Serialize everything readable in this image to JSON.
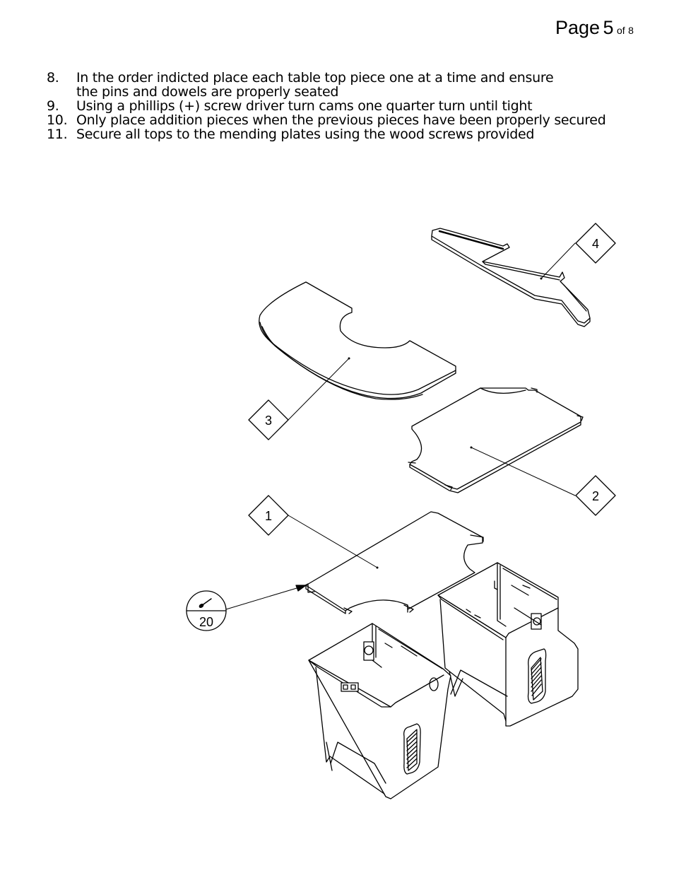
{
  "header": {
    "page_label": "Page",
    "page_number": "5",
    "of_label": "of",
    "total_pages": "8"
  },
  "steps": [
    {
      "number": "8.",
      "line1": "In the order indicted place each table top piece one at a time and ensure",
      "line2": "the pins and dowels are properly seated"
    },
    {
      "number": "9.",
      "line1": "Using a phillips (+) screw driver turn cams one quarter turn until tight"
    },
    {
      "number": "10.",
      "line1": "Only place addition pieces when the previous pieces have been properly secured"
    },
    {
      "number": "11.",
      "line1": "Secure all tops to the mending plates using the wood screws provided"
    }
  ],
  "callouts": {
    "part_1": "1",
    "part_2": "2",
    "part_3": "3",
    "part_4": "4",
    "screw_qty": "20"
  }
}
